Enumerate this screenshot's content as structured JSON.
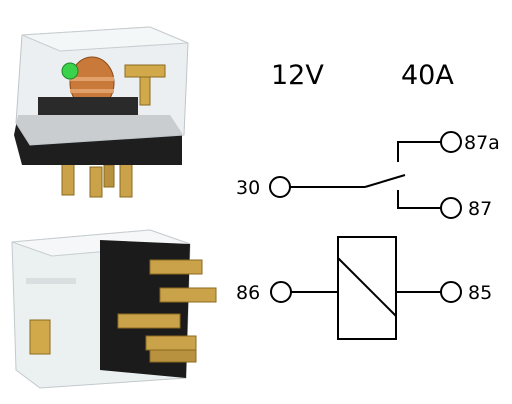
{
  "specs": {
    "voltage": "12V",
    "current": "40A"
  },
  "pins": {
    "p30": "30",
    "p87a": "87a",
    "p87": "87",
    "p86": "86",
    "p85": "85"
  },
  "photos": {
    "top": "relay-top-view",
    "bottom": "relay-bottom-view"
  }
}
